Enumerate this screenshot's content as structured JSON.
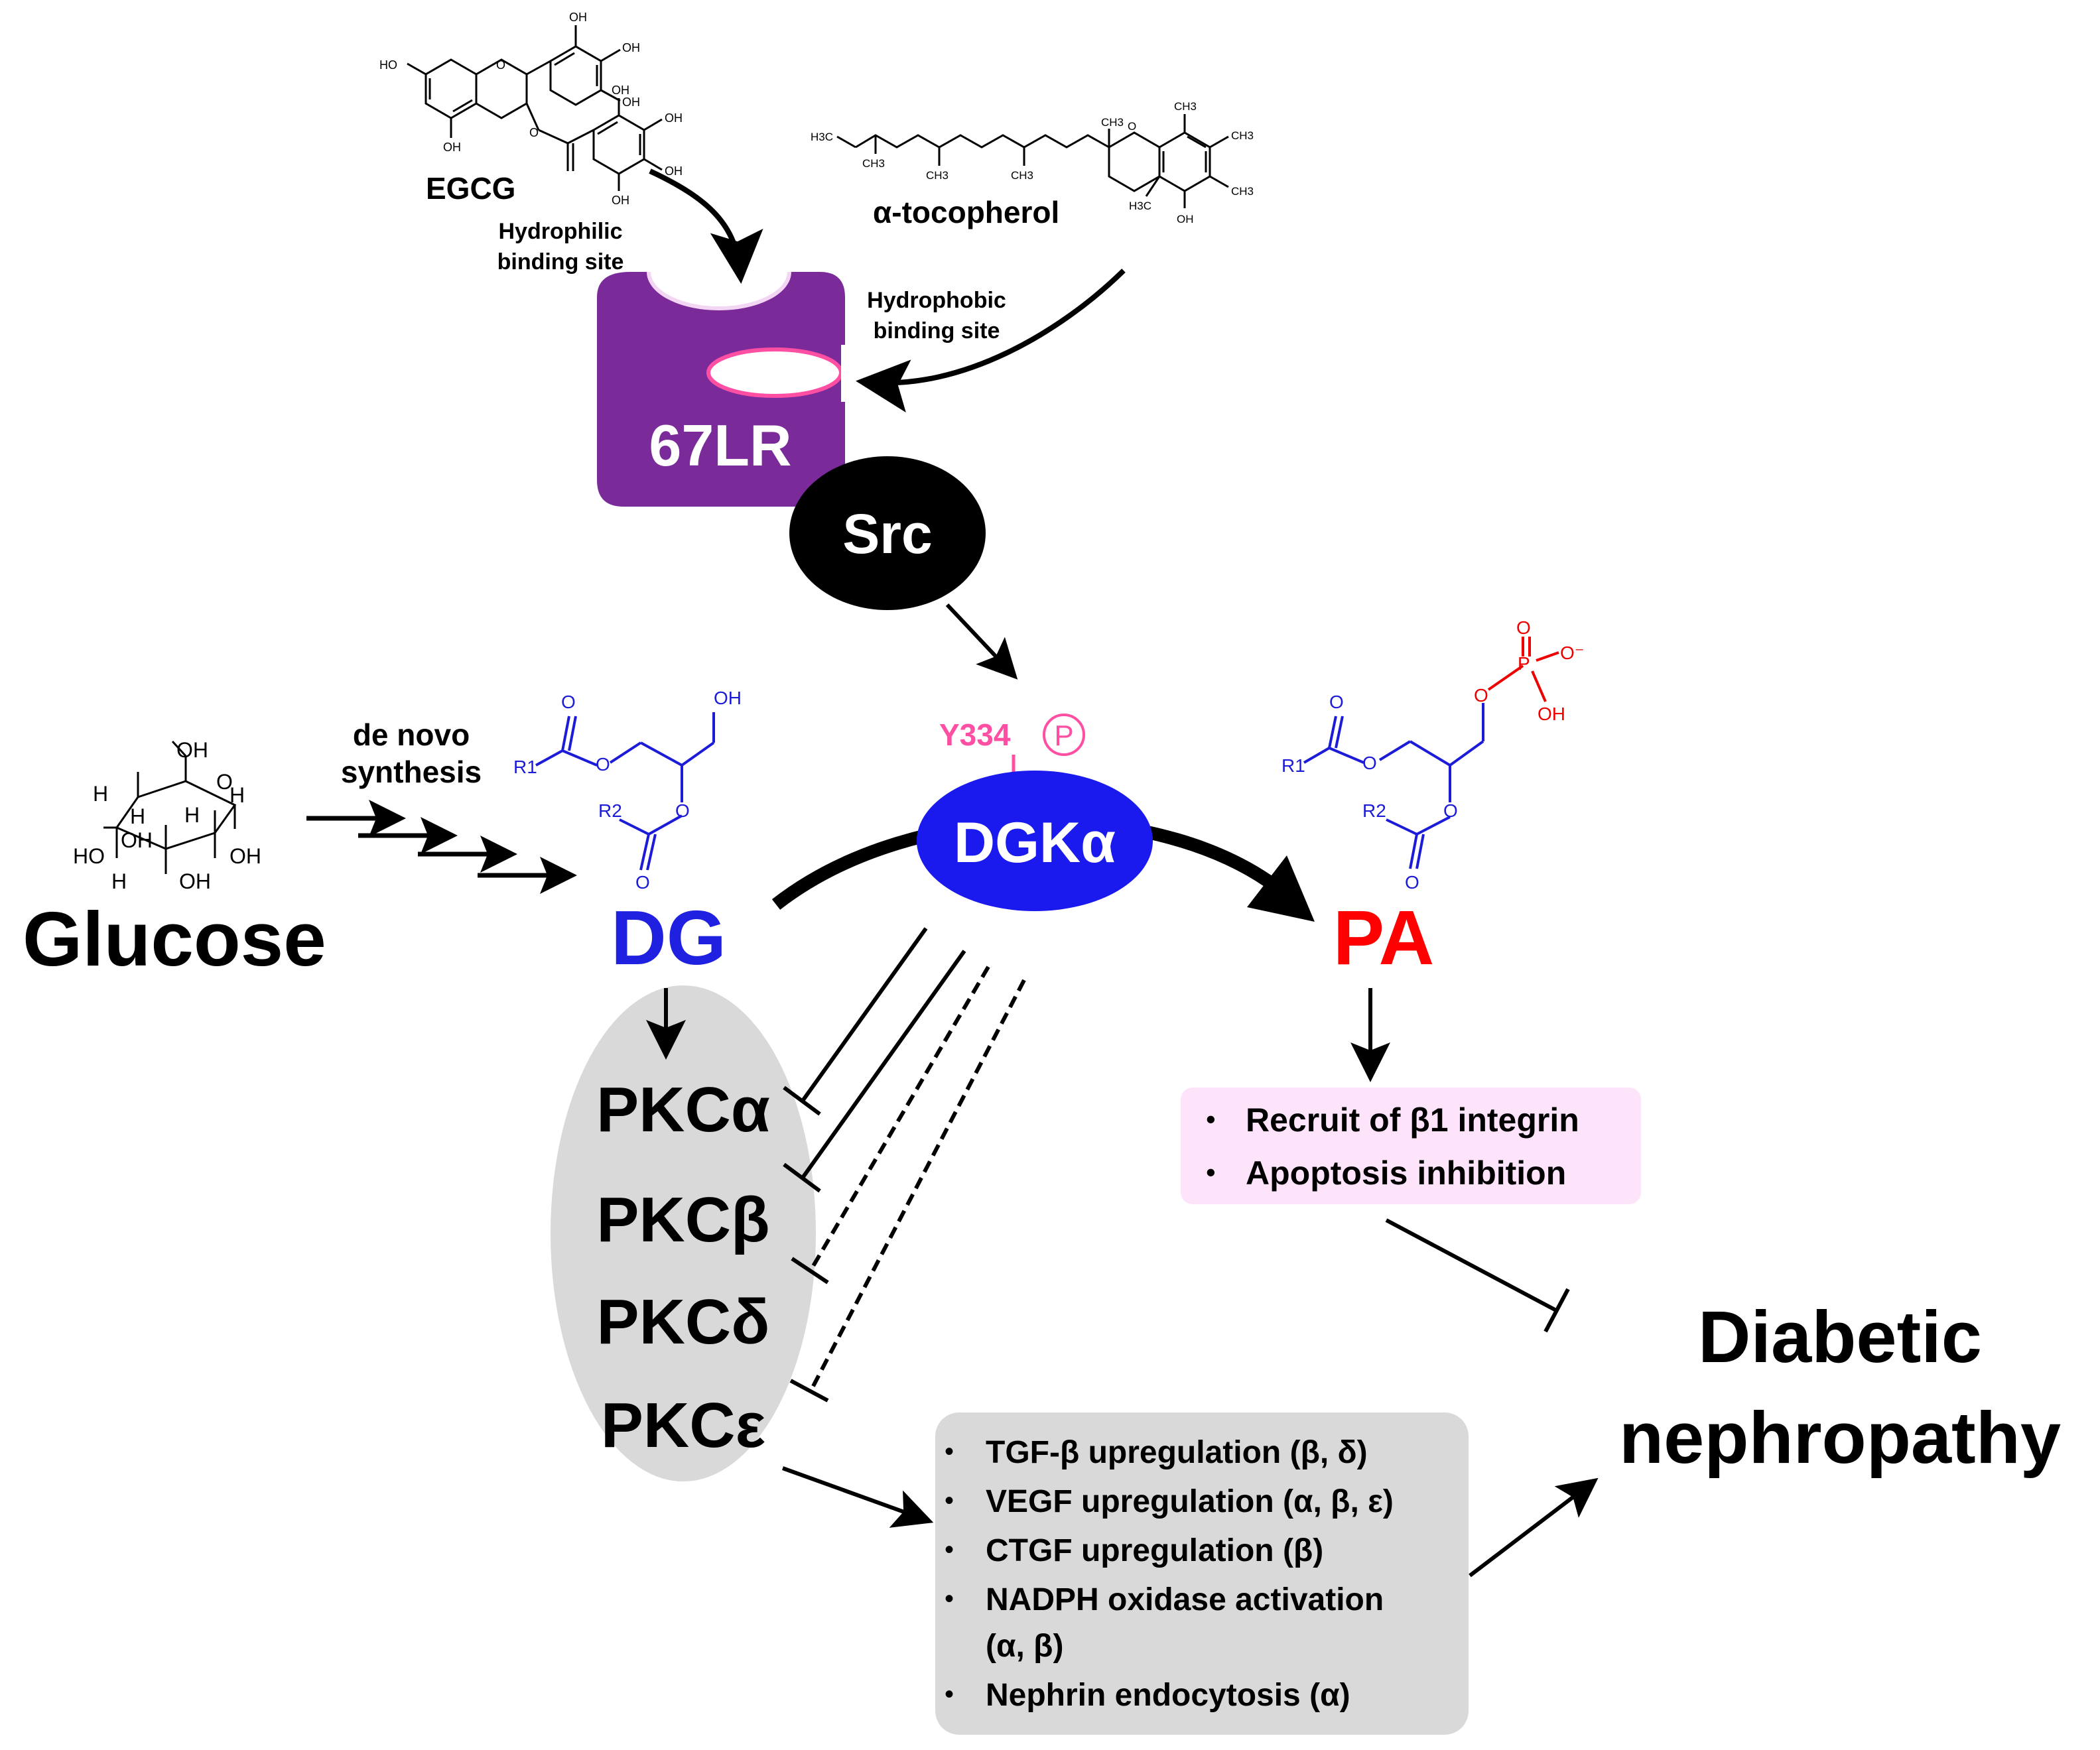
{
  "molecules": {
    "egcg": {
      "name": "EGCG",
      "site": [
        "Hydrophilic",
        "binding site"
      ]
    },
    "tocopherol": {
      "name": "α-tocopherol",
      "site": [
        "Hydrophobic",
        "binding site"
      ]
    },
    "glucose": {
      "name": "Glucose"
    },
    "dg": {
      "name": "DG"
    },
    "pa": {
      "name": "PA"
    }
  },
  "chem_labels": {
    "oh": "OH",
    "ho": "HO",
    "o": "O",
    "h": "H",
    "ch3": "CH3",
    "h3c": "H3C",
    "p": "P",
    "r1": "R1",
    "r2": "R2",
    "o_minus": "O⁻"
  },
  "proteins": {
    "receptor": "67LR",
    "kinase": "Src",
    "dgk": "DGKα",
    "phospho_site": "Y334",
    "phospho_mark": "P"
  },
  "process": {
    "synthesis": [
      "de novo",
      "synthesis"
    ]
  },
  "pkc": [
    "PKCα",
    "PKCβ",
    "PKCδ",
    "PKCε"
  ],
  "pa_effects": [
    "Recruit of β1 integrin",
    "Apoptosis inhibition"
  ],
  "pkc_effects": [
    [
      "TGF-β upregulation (β, δ)"
    ],
    [
      "VEGF upregulation (α, β, ε)"
    ],
    [
      "CTGF upregulation (β)"
    ],
    [
      "NADPH oxidase activation",
      "(α, β)"
    ],
    [
      "Nephrin endocytosis (α)"
    ]
  ],
  "outcome": [
    "Diabetic",
    "nephropathy"
  ],
  "bullet": "•",
  "colors": {
    "dg": "#2020e0",
    "pa": "#ff0000",
    "receptor": "#7b2a9a",
    "dgk": "#1a1aee",
    "phospho": "#ff4fa3",
    "pink_box": "#fde4fb",
    "gray_box": "#d9d9d9",
    "pkc_ellipse": "#d9d9d9",
    "structure_blue": "#1c1cd8",
    "structure_red": "#ee0000"
  }
}
